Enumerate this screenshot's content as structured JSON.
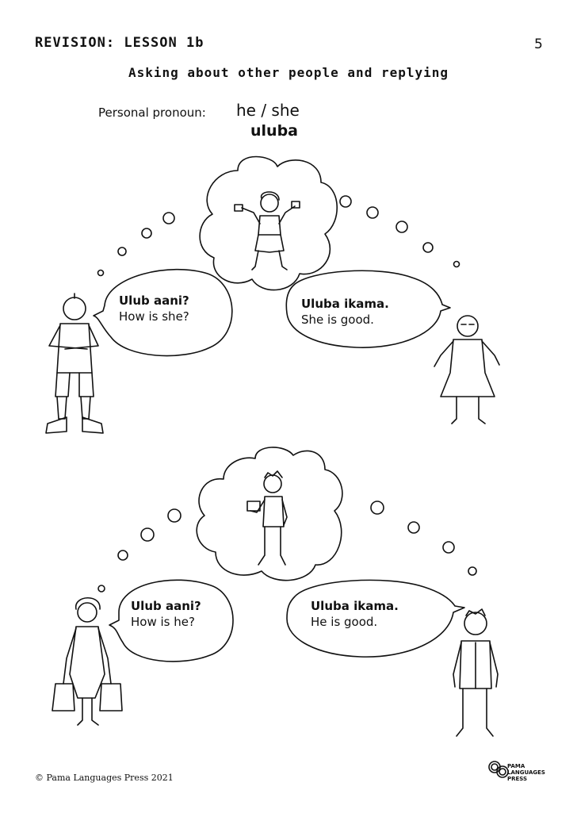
{
  "header": {
    "lesson_title": "REVISION: LESSON 1b",
    "page_number": "5",
    "subtitle": "Asking about other people and replying"
  },
  "pronoun": {
    "label": "Personal pronoun:",
    "english": "he / she",
    "word": "uluba"
  },
  "dialogues": [
    {
      "question_word": "Ulub aani?",
      "question_english": "How is she?",
      "answer_word": "Uluba ikama.",
      "answer_english": "She is good."
    },
    {
      "question_word": "Ulub aani?",
      "question_english": "How is he?",
      "answer_word": "Uluba ikama.",
      "answer_english": "He is good."
    }
  ],
  "footer": {
    "copyright": "© Pama Languages Press 2021",
    "logo_line1": "PAMA",
    "logo_line2": "LANGUAGES",
    "logo_line3": "PRESS"
  }
}
